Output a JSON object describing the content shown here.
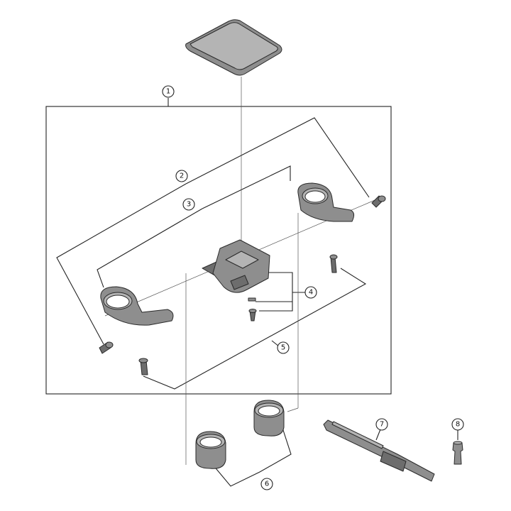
{
  "callouts": [
    {
      "label": "1"
    },
    {
      "label": "2"
    },
    {
      "label": "3"
    },
    {
      "label": "4"
    },
    {
      "label": "5"
    },
    {
      "label": "6"
    },
    {
      "label": "7"
    },
    {
      "label": "8"
    }
  ],
  "colors": {
    "line": "#222222",
    "part_dark": "#6d6d6d",
    "part_mid": "#8e8e8e",
    "part_light": "#b4b4b4",
    "background": "#ffffff"
  }
}
